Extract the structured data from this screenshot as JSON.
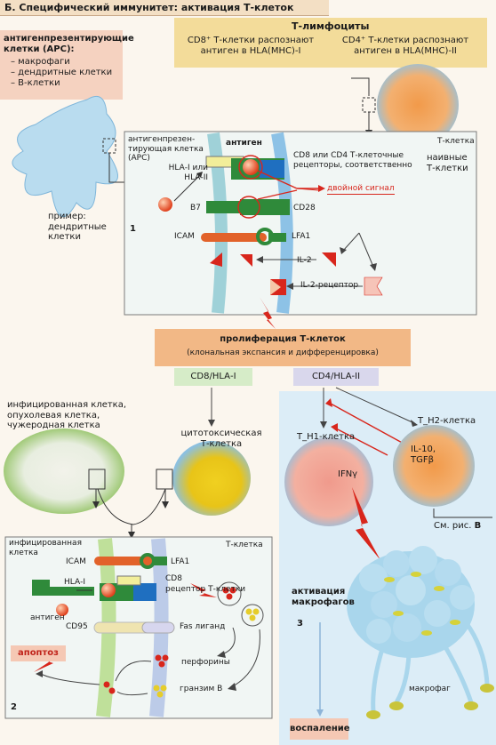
{
  "title": "Б. Специфический иммунитет: активация Т‑клеток",
  "apc": {
    "heading": "антигенпрезентирующие клетки (APC):",
    "items": [
      "– макрофаги",
      "– дендритные клетки",
      "– B‑клетки"
    ],
    "example": "пример: дендритные клетки"
  },
  "tlymph": {
    "heading": "Т‑лимфоциты",
    "cd8": "CD8⁺ Т‑клетки распознают антиген в HLA(MHC)‑I",
    "cd4": "CD4⁺ Т‑клетки распознают антиген в HLA(MHC)‑II",
    "naive": "наивные Т‑клетки"
  },
  "panel1": {
    "number": "1",
    "apc_label": "антигенпрезен- тирующая клетка (APC)",
    "antigen": "антиген",
    "tcell": "Т‑клетка",
    "hla": "HLA‑I или HLA‑II",
    "receptors": "CD8 или CD4 Т‑клеточные рецепторы, соответственно",
    "double_signal": "двойной сигнал",
    "b7": "B7",
    "cd28": "CD28",
    "icam": "ICAM",
    "lfa1": "LFA1",
    "il2": "IL‑2",
    "il2r": "IL‑2‑рецептор"
  },
  "prolif": {
    "title": "пролиферация Т‑клеток",
    "subtitle": "(клональная экспансия и дифференцировка)"
  },
  "cd8hla": "CD8/HLA‑I",
  "cd4hla": "CD4/HLA‑II",
  "panel2": {
    "infected_top": "инфицированная клетка, опухолевая клетка, чужеродная клетка",
    "ctl": "цитотоксическая Т‑клетка",
    "number": "2",
    "infected": "инфицированная клетка",
    "tcell": "Т‑клетка",
    "icam": "ICAM",
    "lfa1": "LFA1",
    "hla1": "HLA‑I",
    "cd8": "CD8",
    "tcr": "рецептор Т‑клетки",
    "antigen": "антиген",
    "cd95": "CD95",
    "fas": "Fas лиганд",
    "apoptosis": "апоптоз",
    "perforins": "перфорины",
    "granzyme": "гранзим B"
  },
  "panel3": {
    "number": "3",
    "th1": "T_H1‑клетка",
    "th2": "T_H2‑клетка",
    "ifn": "IFNγ",
    "il10": "IL‑10,",
    "tgf": "TGFβ",
    "see_fig": "См. рис.",
    "see_fig_letter": "B",
    "macro_act": "активация макрофагов",
    "macrophage": "макрофаг",
    "inflammation": "воспаление"
  },
  "colors": {
    "orange_band": "#f2b886",
    "salmon": "#f3c6b0",
    "green_label": "#d6ecc8",
    "lilac_label": "#d9d7ec",
    "red": "#d8261c",
    "green_mol": "#2f8a3a",
    "blue_mol": "#1f6fc0"
  }
}
